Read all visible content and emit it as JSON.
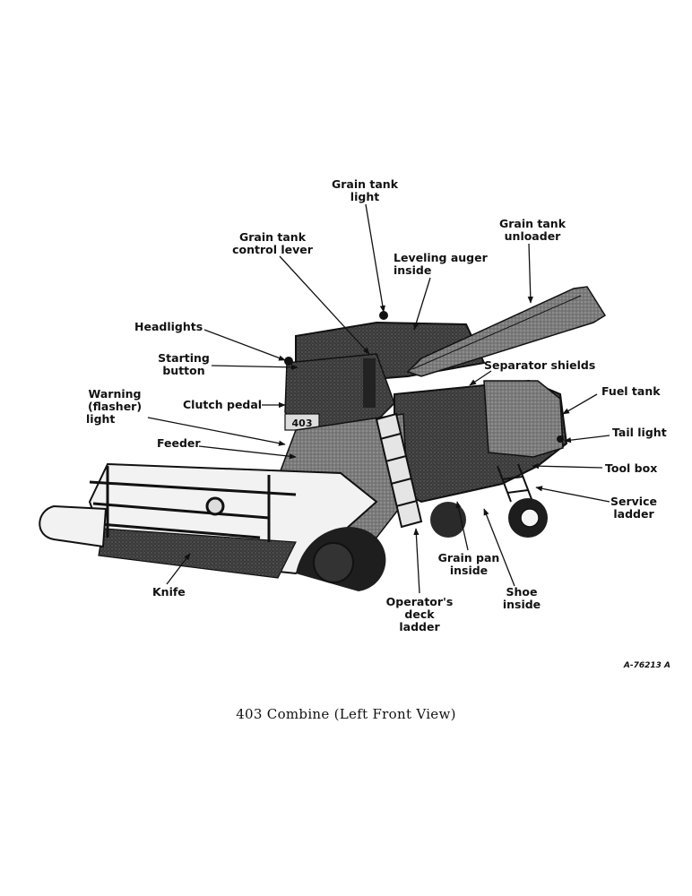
{
  "labels": {
    "grain_tank_light": [
      "Grain tank",
      "light"
    ],
    "grain_tank_control_lever": [
      "Grain tank",
      "control lever"
    ],
    "leveling_auger": [
      "Leveling auger",
      "inside"
    ],
    "grain_tank_unloader": [
      "Grain tank",
      "unloader"
    ],
    "headlights": "Headlights",
    "starting_button": [
      "Starting",
      "button"
    ],
    "separator_shields": "Separator shields",
    "warning_light": [
      "Warning",
      "(flasher)",
      "light"
    ],
    "clutch_pedal": "Clutch pedal",
    "fuel_tank": "Fuel tank",
    "tail_light": "Tail light",
    "feeder": "Feeder",
    "tool_box": "Tool box",
    "service_ladder": [
      "Service",
      "ladder"
    ],
    "grain_pan": [
      "Grain pan",
      "inside"
    ],
    "shoe": [
      "Shoe",
      "inside"
    ],
    "knife": "Knife",
    "operators_deck_ladder": [
      "Operator's",
      "deck",
      "ladder"
    ]
  },
  "machine_badge": "403",
  "reference_code": "A-76213 A",
  "caption": "403 Combine (Left Front View)"
}
